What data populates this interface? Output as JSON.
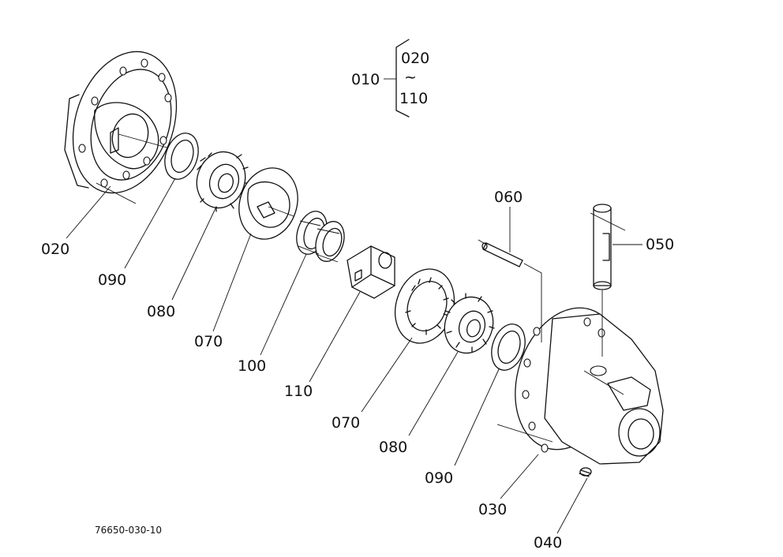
{
  "assembly": {
    "label": "010",
    "range_start": "020",
    "range_tilde": "~",
    "range_end": "110"
  },
  "labels": {
    "p020": "020",
    "p090a": "090",
    "p080a": "080",
    "p070a": "070",
    "p100": "100",
    "p110": "110",
    "p070b": "070",
    "p080b": "080",
    "p090b": "090",
    "p030": "030",
    "p040": "040",
    "p060": "060",
    "p050": "050"
  },
  "drawing_code": "76650-030-10"
}
